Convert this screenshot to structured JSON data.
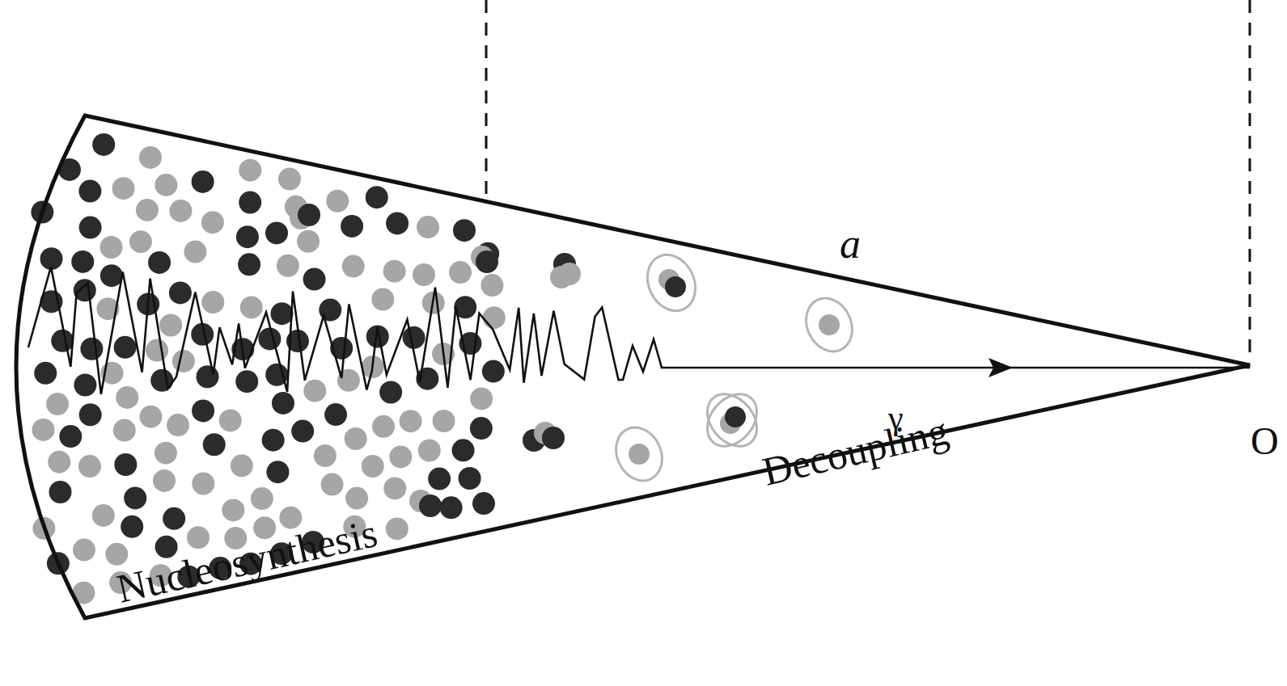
{
  "diagram": {
    "labels": [
      "a",
      "γ",
      "O",
      "Nucleosynthesis",
      "Decoupling"
    ]
  }
}
